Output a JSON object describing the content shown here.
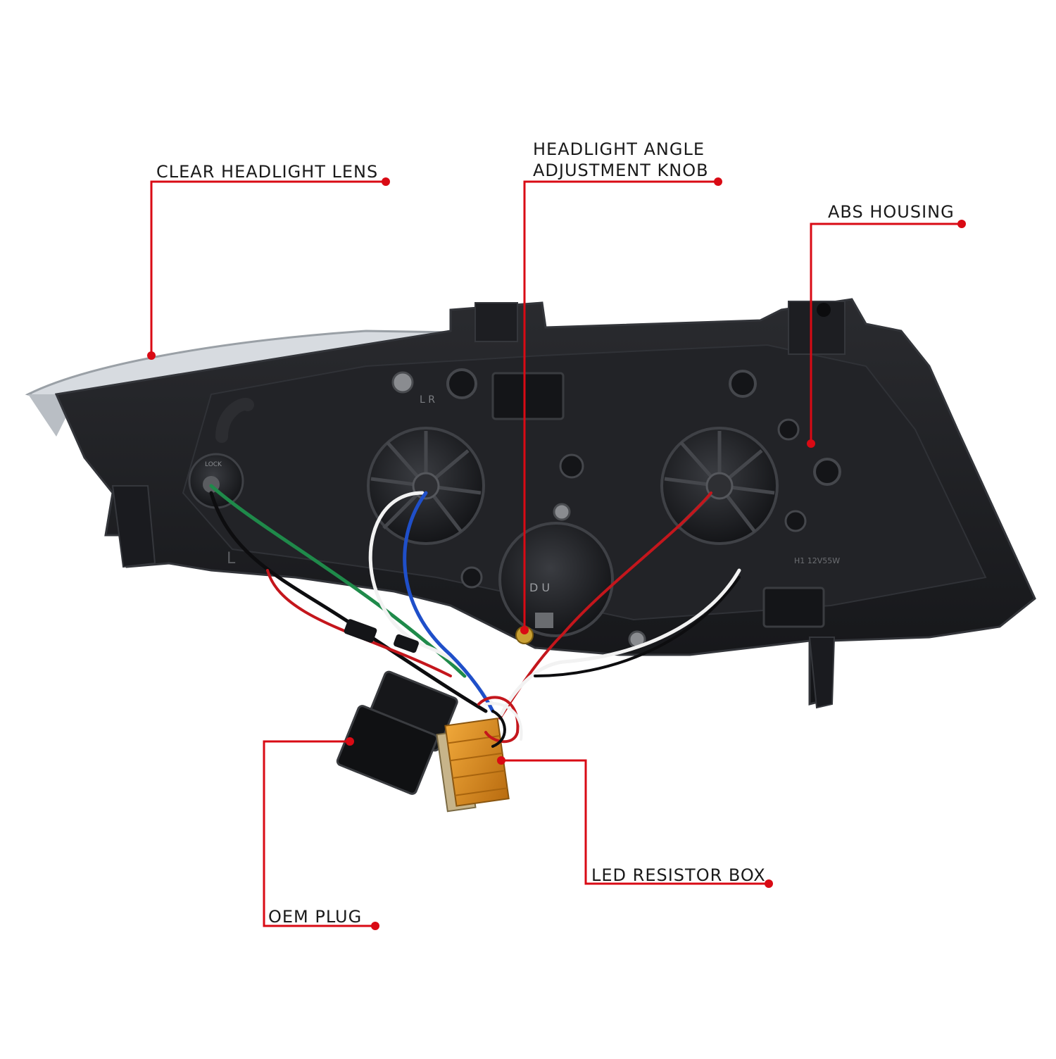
{
  "colors": {
    "leader": "#d90a14",
    "label_text": "#1a1a1a",
    "housing": "#1b1c1f",
    "housing_edge": "#2c2e33",
    "lens_chrome": "#cfd3d8",
    "resistor": "#d98a1c",
    "wire_red": "#c4161c",
    "wire_blue": "#1f4fc9",
    "wire_green": "#1f8a4a",
    "wire_white": "#f2f2f2"
  },
  "callouts": {
    "clear_lens": {
      "label": "CLEAR HEADLIGHT LENS"
    },
    "angle_knob": {
      "line1": "HEADLIGHT ANGLE",
      "line2": "ADJUSTMENT KNOB"
    },
    "abs_housing": {
      "label": "ABS HOUSING"
    },
    "resistor_box": {
      "label": "LED RESISTOR BOX"
    },
    "oem_plug": {
      "label": "OEM PLUG"
    }
  },
  "product": {
    "markings": {
      "lock": "LOCK",
      "lr": "L R",
      "side": "L",
      "knob_du": "D U",
      "bulb_spec": "H1 12V55W"
    }
  }
}
